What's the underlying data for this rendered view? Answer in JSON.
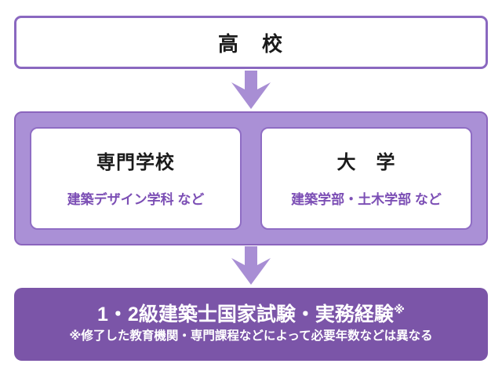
{
  "flowchart": {
    "top_box": {
      "label": "高　校"
    },
    "middle_section": {
      "left_card": {
        "title": "専門学校",
        "subtitle": "建築デザイン学科 など"
      },
      "right_card": {
        "title": "大　学",
        "subtitle": "建築学部・土木学部 など"
      }
    },
    "bottom_box": {
      "title": "1・2級建築士国家試験・実務経験",
      "note_mark": "※",
      "note": "※修了した教育機関・専門課程などによって必要年数などは異なる"
    },
    "colors": {
      "box_border_purple": "#8a68c0",
      "container_fill": "#aa90d6",
      "container_border": "#8b65bd",
      "card_border": "#8f6dc4",
      "arrow_purple": "#a88ed4",
      "bottom_box_fill": "#7b55a8",
      "subtitle_text_purple": "#7c4fb5",
      "title_text": "#1a1a1a",
      "bottom_text": "#ffffff"
    }
  }
}
